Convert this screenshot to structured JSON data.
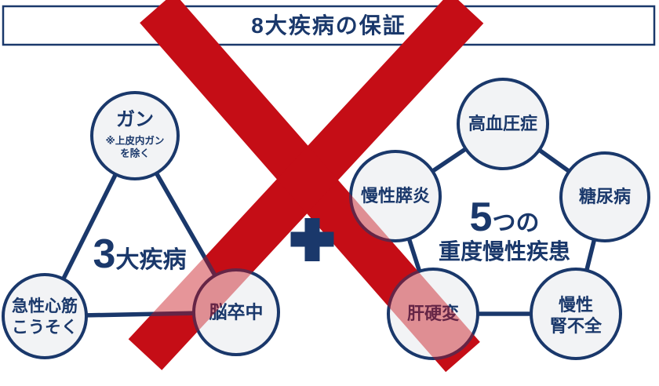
{
  "header": {
    "title": "8大疾病の保証"
  },
  "triangle_group": {
    "title_number": "3",
    "title_suffix": "大疾病",
    "cancer": {
      "label": "ガン",
      "note1": "※上皮内ガン",
      "note2": "を除く"
    },
    "heart": {
      "line1": "急性心筋",
      "line2": "こうそく"
    },
    "stroke": {
      "label": "脳卒中"
    }
  },
  "pentagon_group": {
    "title_number": "5",
    "title_suffix": "つの",
    "title_line2": "重度慢性疾患",
    "hypertension": {
      "label": "高血圧症"
    },
    "diabetes": {
      "label": "糖尿病"
    },
    "pancreatitis": {
      "label": "慢性膵炎"
    },
    "kidney": {
      "line1": "慢性",
      "line2": "腎不全"
    },
    "cirrhosis": {
      "label": "肝硬変"
    }
  },
  "icons": {
    "cross": "big-red-cross",
    "plus": "navy-plus"
  },
  "colors": {
    "navy": "#1a386b",
    "red": "#c50d17",
    "red_overlay": "rgba(197,13,23,0.44)",
    "circle_fill": "#f2f3f5",
    "polygon_fill": "#ffffff"
  }
}
